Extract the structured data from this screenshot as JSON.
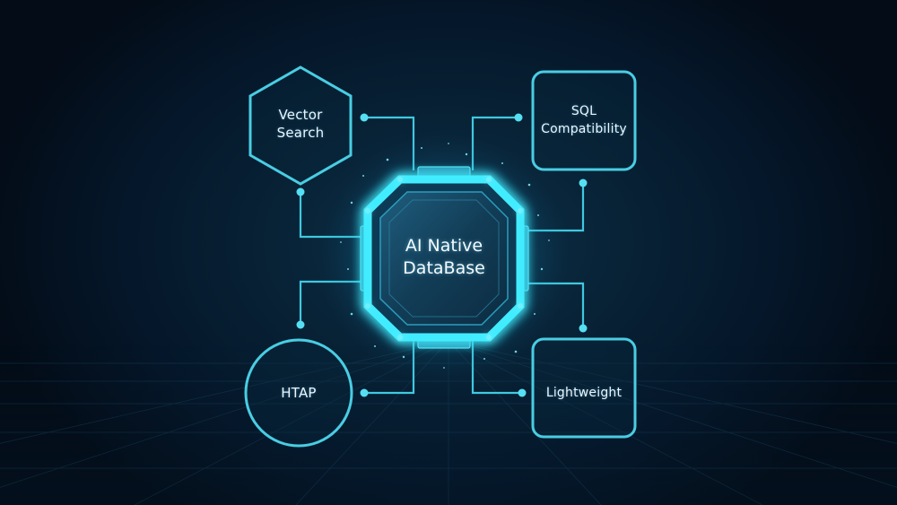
{
  "colors": {
    "accent": "#3fd8f0",
    "node_stroke": "#49cde3",
    "glow": "#2fe6ff",
    "background": "#05172a"
  },
  "center": {
    "line1": "AI Native",
    "line2": "DataBase"
  },
  "nodes": {
    "vector_search": {
      "line1": "Vector",
      "line2": "Search"
    },
    "sql_compatibility": {
      "line1": "SQL",
      "line2": "Compatibility"
    },
    "htap": {
      "label": "HTAP"
    },
    "lightweight": {
      "label": "Lightweight"
    }
  }
}
